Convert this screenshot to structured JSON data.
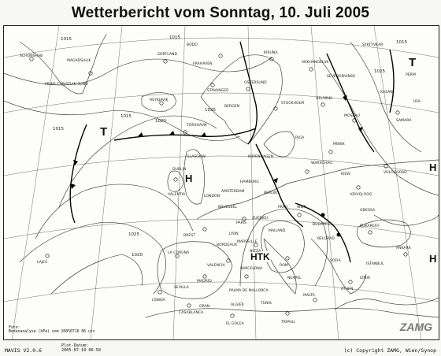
{
  "title": "Wetterbericht vom Sonntag, 10. Juli 2005",
  "pressure_centers": [
    {
      "label": "T",
      "kind": "low"
    },
    {
      "label": "T",
      "kind": "low"
    },
    {
      "label": "H",
      "kind": "high"
    },
    {
      "label": "H",
      "kind": "high"
    },
    {
      "label": "H",
      "kind": "high"
    },
    {
      "label": "HTK",
      "kind": "heat-low"
    }
  ],
  "isobars": [
    "1015",
    "1015",
    "1015",
    "1020",
    "1025",
    "1025",
    "1020",
    "1015",
    "1025",
    "1015"
  ],
  "stations": [
    "SCHONSHAB",
    "MAGADSALIK",
    "PRINS CHRISTIAN SUND",
    "SORTLAND",
    "BODO",
    "FRAHAVEN",
    "REYKJAVIK",
    "TORSHAVN",
    "VALENTIA",
    "BREST",
    "LA CORUNA",
    "BORDEAUX",
    "MADRID",
    "BARCELONA",
    "PALMA DE MALLORCA",
    "LISBOA",
    "PARIS",
    "STOCKHOLM",
    "HELSINKI",
    "MOSKAU",
    "MINSK",
    "WARSCHAU",
    "WIEN",
    "BUKAREST",
    "ANKARA",
    "ROM",
    "ATHEN",
    "TRIPOLI",
    "EL GOLEA",
    "MALTA",
    "LAJES",
    "CASABLANCA",
    "ARKHANGELSK",
    "SAMARA",
    "VOLGOGRAD",
    "KRIVOJ ROG",
    "NIZZA",
    "STAVANGER",
    "OSTERSUND",
    "KIRUNA",
    "LONDON",
    "DUBLIN",
    "HAMBURG",
    "BERLIN",
    "KOPENHAGEN",
    "RIGA",
    "KIEW",
    "ODESSA",
    "SOFIA",
    "BELGRAD",
    "BUDAPEST",
    "PRAG",
    "ZUERICH",
    "MAILAND",
    "SYKTYVKAR",
    "PERM",
    "KASAN",
    "UFA",
    "SEVERODVINSK",
    "BERGEN",
    "GLASGOW",
    "AMSTERDAM",
    "BRUESSEL",
    "LYON",
    "MARSEILLE",
    "NEAPEL",
    "ISTANBUL",
    "IZMIR",
    "TUNIS",
    "ALGIER",
    "ORAN",
    "SEVILLA",
    "VALENCIA"
  ],
  "legend_note": "Foto:\nBodenanalyse (hPa) vom 20050710 06 utc",
  "footer": {
    "version": "MAVIS V2.0.6",
    "plot_date_label": "Plot-Datum:",
    "plot_date": "2005-07-10 06:50",
    "copyright": "(c) Copyright ZAMG, Wien/Synop"
  },
  "logo_text": "ZAMG"
}
